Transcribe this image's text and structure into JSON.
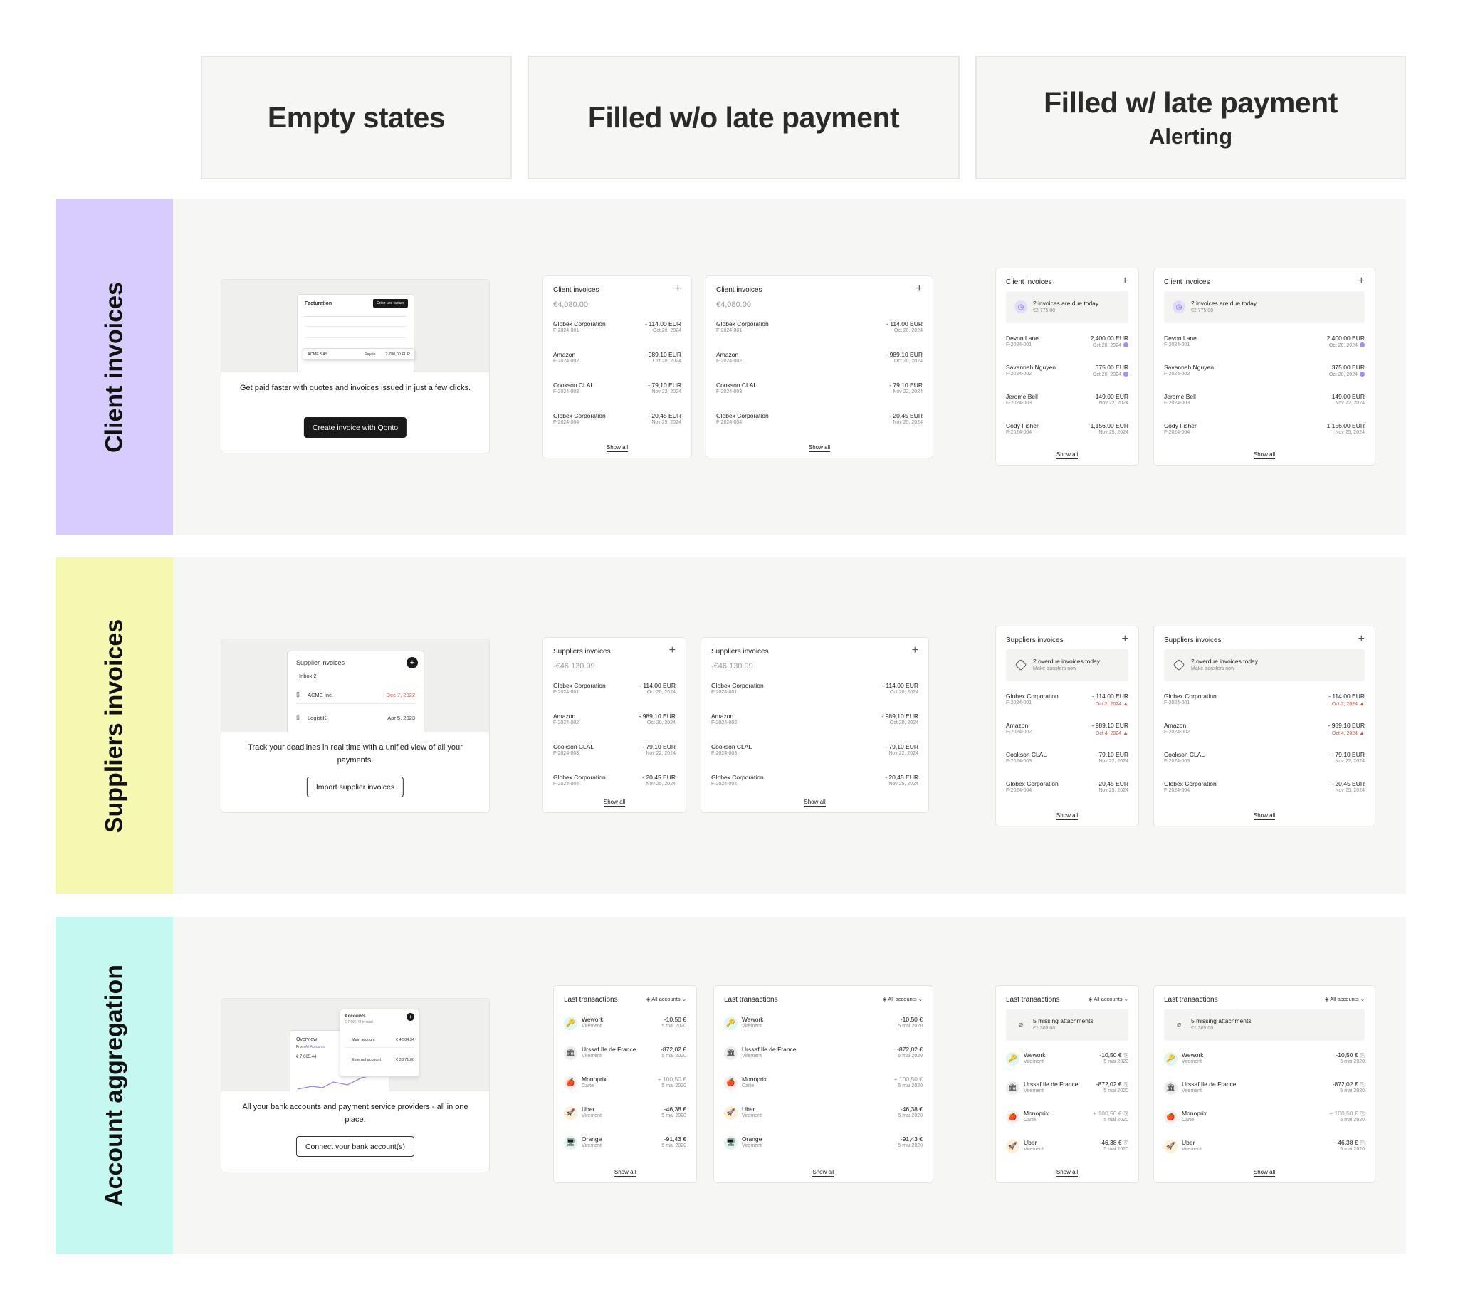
{
  "columns": {
    "empty": "Empty states",
    "filled": "Filled w/o late payment",
    "late": "Filled w/ late payment",
    "late_sub": "Alerting"
  },
  "rows": {
    "client": "Client invoices",
    "suppliers": "Suppliers invoices",
    "accounts": "Account aggregation"
  },
  "empty": {
    "client": {
      "text": "Get paid faster with quotes and invoices issued in just a few clicks.",
      "button": "Create invoice with Qonto",
      "illu_title": "Facturation",
      "illu_btn": "Créer une facture",
      "illu_row1": "ACME SAS",
      "illu_row1_status": "Payée",
      "illu_row1_amount": "2 780,00 EUR"
    },
    "suppliers": {
      "text": "Track your deadlines in real time with a unified view of all your payments.",
      "button": "Import supplier invoices",
      "illu_title": "Supplier invoices",
      "illu_tab": "Inbox  2",
      "illu_r1": "ACME Inc.",
      "illu_r1d": "Dec 7, 2022",
      "illu_r2": "LogistiK",
      "illu_r2d": "Apr 5, 2023"
    },
    "accounts": {
      "text": "All your bank accounts and payment service providers - all in one place.",
      "button": "Connect your bank account(s)",
      "illu_accounts": "Accounts",
      "illu_total": "€ 7,665.44 in total",
      "illu_main": "Main account",
      "illu_main_amt": "€ 4,504.34",
      "illu_ext": "External account",
      "illu_ext_amt": "€ 3,271.00",
      "illu_overview": "Overview",
      "illu_from": "From",
      "illu_all": "All Accounts",
      "illu_bal": "€ 7,665.44"
    }
  },
  "client": {
    "title": "Client invoices",
    "total": "€4,080.00",
    "show_all": "Show all",
    "rows": [
      {
        "name": "Globex Corporation",
        "ref": "F-2024-001",
        "amount": "- 114.00 EUR",
        "date": "Oct 20, 2024"
      },
      {
        "name": "Amazon",
        "ref": "F-2024-002",
        "amount": "- 989,10 EUR",
        "date": "Oct 20, 2024"
      },
      {
        "name": "Cookson CLAL",
        "ref": "F-2024-003",
        "amount": "- 79,10 EUR",
        "date": "Nov 22, 2024"
      },
      {
        "name": "Globex Corporation",
        "ref": "F-2024-004",
        "amount": "- 20,45 EUR",
        "date": "Nov 25, 2024"
      }
    ],
    "alert": {
      "line1": "2 invoices are due today",
      "line2": "€2,775.00"
    },
    "late_rows": [
      {
        "name": "Devon Lane",
        "ref": "F-2024-001",
        "amount": "2,400.00 EUR",
        "date": "Oct 20, 2024"
      },
      {
        "name": "Savannah Nguyen",
        "ref": "F-2024-002",
        "amount": "375.00 EUR",
        "date": "Oct 20, 2024"
      },
      {
        "name": "Jerome Bell",
        "ref": "F-2024-003",
        "amount": "149.00 EUR",
        "date": "Nov 22, 2024"
      },
      {
        "name": "Cody Fisher",
        "ref": "F-2024-004",
        "amount": "1,156.00 EUR",
        "date": "Nov 25, 2024"
      }
    ]
  },
  "suppliers": {
    "title": "Suppliers invoices",
    "total": "-€46,130.99",
    "show_all": "Show all",
    "rows": [
      {
        "name": "Globex Corporation",
        "ref": "F-2024-001",
        "amount": "- 114.00 EUR",
        "date": "Oct 20, 2024"
      },
      {
        "name": "Amazon",
        "ref": "F-2024-002",
        "amount": "- 989,10 EUR",
        "date": "Oct 20, 2024"
      },
      {
        "name": "Cookson CLAL",
        "ref": "F-2024-003",
        "amount": "- 79,10 EUR",
        "date": "Nov 22, 2024"
      },
      {
        "name": "Globex Corporation",
        "ref": "F-2024-004",
        "amount": "- 20,45 EUR",
        "date": "Nov 25, 2024"
      }
    ],
    "alert": {
      "line1": "2 overdue invoices today",
      "line2": "Make transfers now"
    },
    "late_rows": [
      {
        "name": "Globex Corporation",
        "ref": "F-2024-001",
        "amount": "- 114.00 EUR",
        "date": "Oct 2, 2024"
      },
      {
        "name": "Amazon",
        "ref": "F-2024-002",
        "amount": "- 989,10 EUR",
        "date": "Oct 4, 2024"
      },
      {
        "name": "Cookson CLAL",
        "ref": "F-2024-003",
        "amount": "- 79,10 EUR",
        "date": "Nov 22, 2024"
      },
      {
        "name": "Globex Corporation",
        "ref": "F-2024-004",
        "amount": "- 20,45 EUR",
        "date": "Nov 25, 2024"
      }
    ]
  },
  "transactions": {
    "title": "Last transactions",
    "accounts": "All accounts",
    "show_all": "Show all",
    "rows": [
      {
        "name": "Wework",
        "method": "Virement",
        "amount": "-10,50 €",
        "date": "5 mai 2020",
        "icon": "🔑"
      },
      {
        "name": "Urssaf Ile de France",
        "method": "Virement",
        "amount": "-872,02 €",
        "date": "5 mai 2020",
        "icon": "🏛"
      },
      {
        "name": "Monoprix",
        "method": "Carte",
        "amount": "+ 100,50 €",
        "date": "5 mai 2020",
        "icon": "🍎"
      },
      {
        "name": "Uber",
        "method": "Virement",
        "amount": "-46,38 €",
        "date": "5 mai 2020",
        "icon": "🚀"
      },
      {
        "name": "Orange",
        "method": "Virement",
        "amount": "-91,43 €",
        "date": "5 mai 2020",
        "icon": "🖥"
      }
    ],
    "alert": {
      "line1": "5 missing attachments",
      "line2": "€1,305.00"
    }
  },
  "colors": {
    "client": "#d7ccfb",
    "suppliers": "#f5f8b0",
    "accounts": "#c6f8f2",
    "late": "#e0524a",
    "dot": "#a68bf5"
  }
}
